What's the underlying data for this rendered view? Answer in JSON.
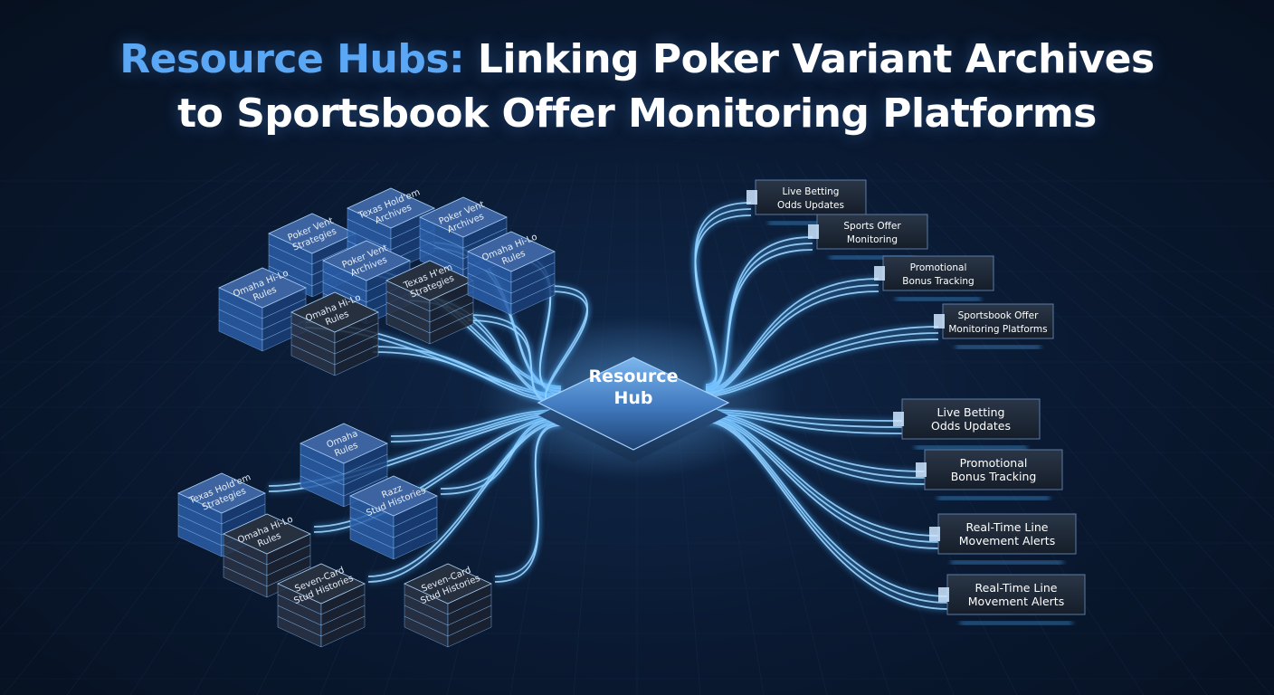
{
  "title": {
    "accent": "Resource Hubs:",
    "line1_rest": " Linking Poker Variant Archives",
    "line2": "to Sportsbook Offer Monitoring Platforms"
  },
  "hub": {
    "line1": "Resource",
    "line2": "Hub"
  },
  "archives_top": [
    {
      "l1": "Poker Vent",
      "l2": "Strategies"
    },
    {
      "l1": "Texas Hold'em",
      "l2": "Archives"
    },
    {
      "l1": "Poker Vent",
      "l2": "Archives"
    },
    {
      "l1": "Omaha Hi-Lo",
      "l2": "Rules"
    },
    {
      "l1": "Poker Vent",
      "l2": "Archives"
    },
    {
      "l1": "Omaha Hi-Lo",
      "l2": "Rules"
    },
    {
      "l1": "Texas H'em",
      "l2": "Strategies"
    },
    {
      "l1": "Omaha Hi-Lo",
      "l2": "Rules"
    }
  ],
  "archives_bottom": [
    {
      "l1": "Omaha",
      "l2": "Rules"
    },
    {
      "l1": "Texas Hold'em",
      "l2": "Strategies"
    },
    {
      "l1": "Omaha Hi-Lo",
      "l2": "Rules"
    },
    {
      "l1": "Razz",
      "l2": "Stud Histories"
    },
    {
      "l1": "Seven-Card",
      "l2": "Stud Histories"
    },
    {
      "l1": "Seven-Card",
      "l2": "Stud Histories"
    }
  ],
  "panels_top": [
    {
      "l1": "Live Betting",
      "l2": "Odds Updates"
    },
    {
      "l1": "Sports Offer",
      "l2": "Monitoring"
    },
    {
      "l1": "Promotional",
      "l2": "Bonus Tracking"
    },
    {
      "l1": "Sportsbook Offer",
      "l2": "Monitoring Platforms"
    }
  ],
  "panels_bottom": [
    {
      "l1": "Live Betting",
      "l2": "Odds Updates"
    },
    {
      "l1": "Promotional",
      "l2": "Bonus Tracking"
    },
    {
      "l1": "Real-Time Line",
      "l2": "Movement Alerts"
    },
    {
      "l1": "Real-Time Line",
      "l2": "Movement Alerts"
    }
  ],
  "colors": {
    "accent": "#5aa8f5",
    "cable": "#4fb2ff",
    "cable_glow": "#9fd6ff",
    "block_face": "#1c3e70",
    "block_top": "#3a5f93",
    "panel_face": "#1a2433"
  },
  "icons": {
    "connector": "cable-connector-icon"
  }
}
